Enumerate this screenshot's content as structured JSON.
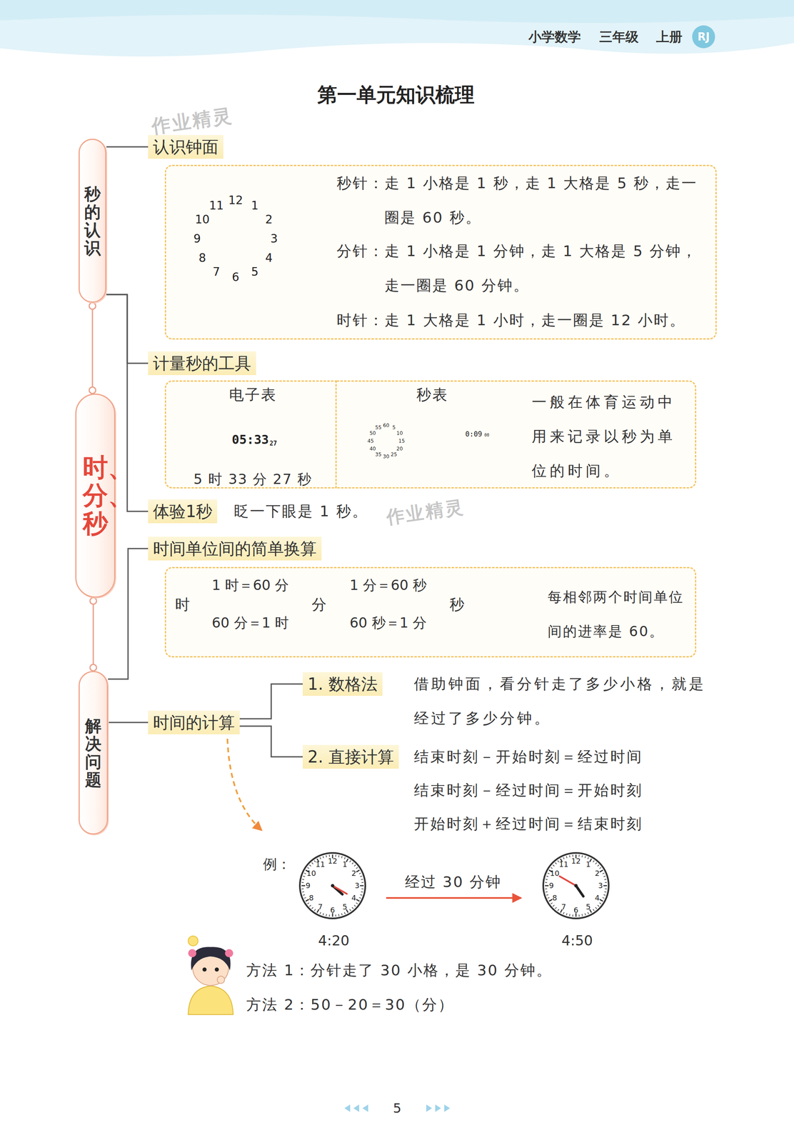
{
  "diagram": {
    "title": "第一单元知识梳理",
    "nodes": [
      {
        "text": [
          "秒的认识"
        ]
      },
      {
        "text": [
          "时、分、秒"
        ]
      },
      {
        "text": [
          "解决问题"
        ]
      },
      {
        "text": [
          "认识钟面"
        ]
      },
      {
        "text": [
          "秒针：走 1 小格是 1 秒，走 1 大格是 5 秒，走一圈是 60 秒。",
          "分针：走 1 小格是 1 分钟，走 1 大格是 5 分钟，走一圈是 60 分钟。",
          "时针：走 1 大格是 1 小时，走一圈是 12 小时。"
        ]
      },
      {
        "text": [
          "计量秒的工具"
        ]
      },
      {
        "text": [
          "电子表",
          "5 时 33 分 27 秒"
        ]
      },
      {
        "text": [
          "秒表",
          "一般在体育运动中用来记录以秒为单位的时间。"
        ]
      },
      {
        "text": [
          "体验1秒"
        ]
      },
      {
        "text": [
          "时间单位间的简单换算"
        ]
      },
      {
        "text": [
          "每相邻两个时间单位间的进率是 60。"
        ]
      },
      {
        "text": [
          "时间的计算"
        ]
      },
      {
        "text": [
          "1. 数格法"
        ]
      },
      {
        "text": [
          "2. 直接计算"
        ]
      },
      {
        "text": [
          "RJ"
        ]
      }
    ],
    "edges": [
      {
        "from": 0,
        "to": 1,
        "arrow": "none"
      },
      {
        "from": 1,
        "to": 2,
        "arrow": "none"
      },
      {
        "from": 0,
        "to": 3,
        "arrow": "none"
      },
      {
        "from": 0,
        "to": 5,
        "arrow": "none"
      },
      {
        "from": 0,
        "to": 8,
        "arrow": "none"
      },
      {
        "from": 2,
        "to": 9,
        "arrow": "none"
      },
      {
        "from": 2,
        "to": 11,
        "arrow": "none"
      },
      {
        "from": 11,
        "to": 12,
        "arrow": "none"
      },
      {
        "from": 11,
        "to": 13,
        "arrow": "none"
      }
    ],
    "labels": [
      "小学数学",
      "三年级",
      "上册",
      "作业精灵",
      "作业精灵",
      "1",
      "2",
      "3",
      "4",
      "5",
      "6",
      "7",
      "8",
      "9",
      "10",
      "11",
      "12",
      "05:33",
      "27",
      "60",
      "5",
      "10",
      "15",
      "20",
      "25",
      "30",
      "35",
      "40",
      "45",
      "50",
      "55",
      "0:09",
      "00",
      "眨一下眼是 1 秒。",
      "时",
      "1 时＝60 分",
      "60 分＝1 时",
      "分",
      "1 分＝60 秒",
      "60 秒＝1 分",
      "秒",
      "借助钟面，看分针走了多少小格，就是经过了多少分钟。",
      "结束时刻－开始时刻＝经过时间",
      "结束时刻－经过时间＝开始时刻",
      "开始时刻＋经过时间＝结束时刻",
      "例：",
      "1",
      "2",
      "3",
      "4",
      "5",
      "6",
      "7",
      "8",
      "9",
      "10",
      "11",
      "12",
      "4:20",
      "经过 30 分钟",
      "1",
      "2",
      "3",
      "4",
      "5",
      "6",
      "7",
      "8",
      "9",
      "10",
      "11",
      "12",
      "4:50",
      "方法 1：分针走了 30 小格，是 30 分钟。",
      "方法 2：50－20＝30（分）",
      "5"
    ]
  }
}
